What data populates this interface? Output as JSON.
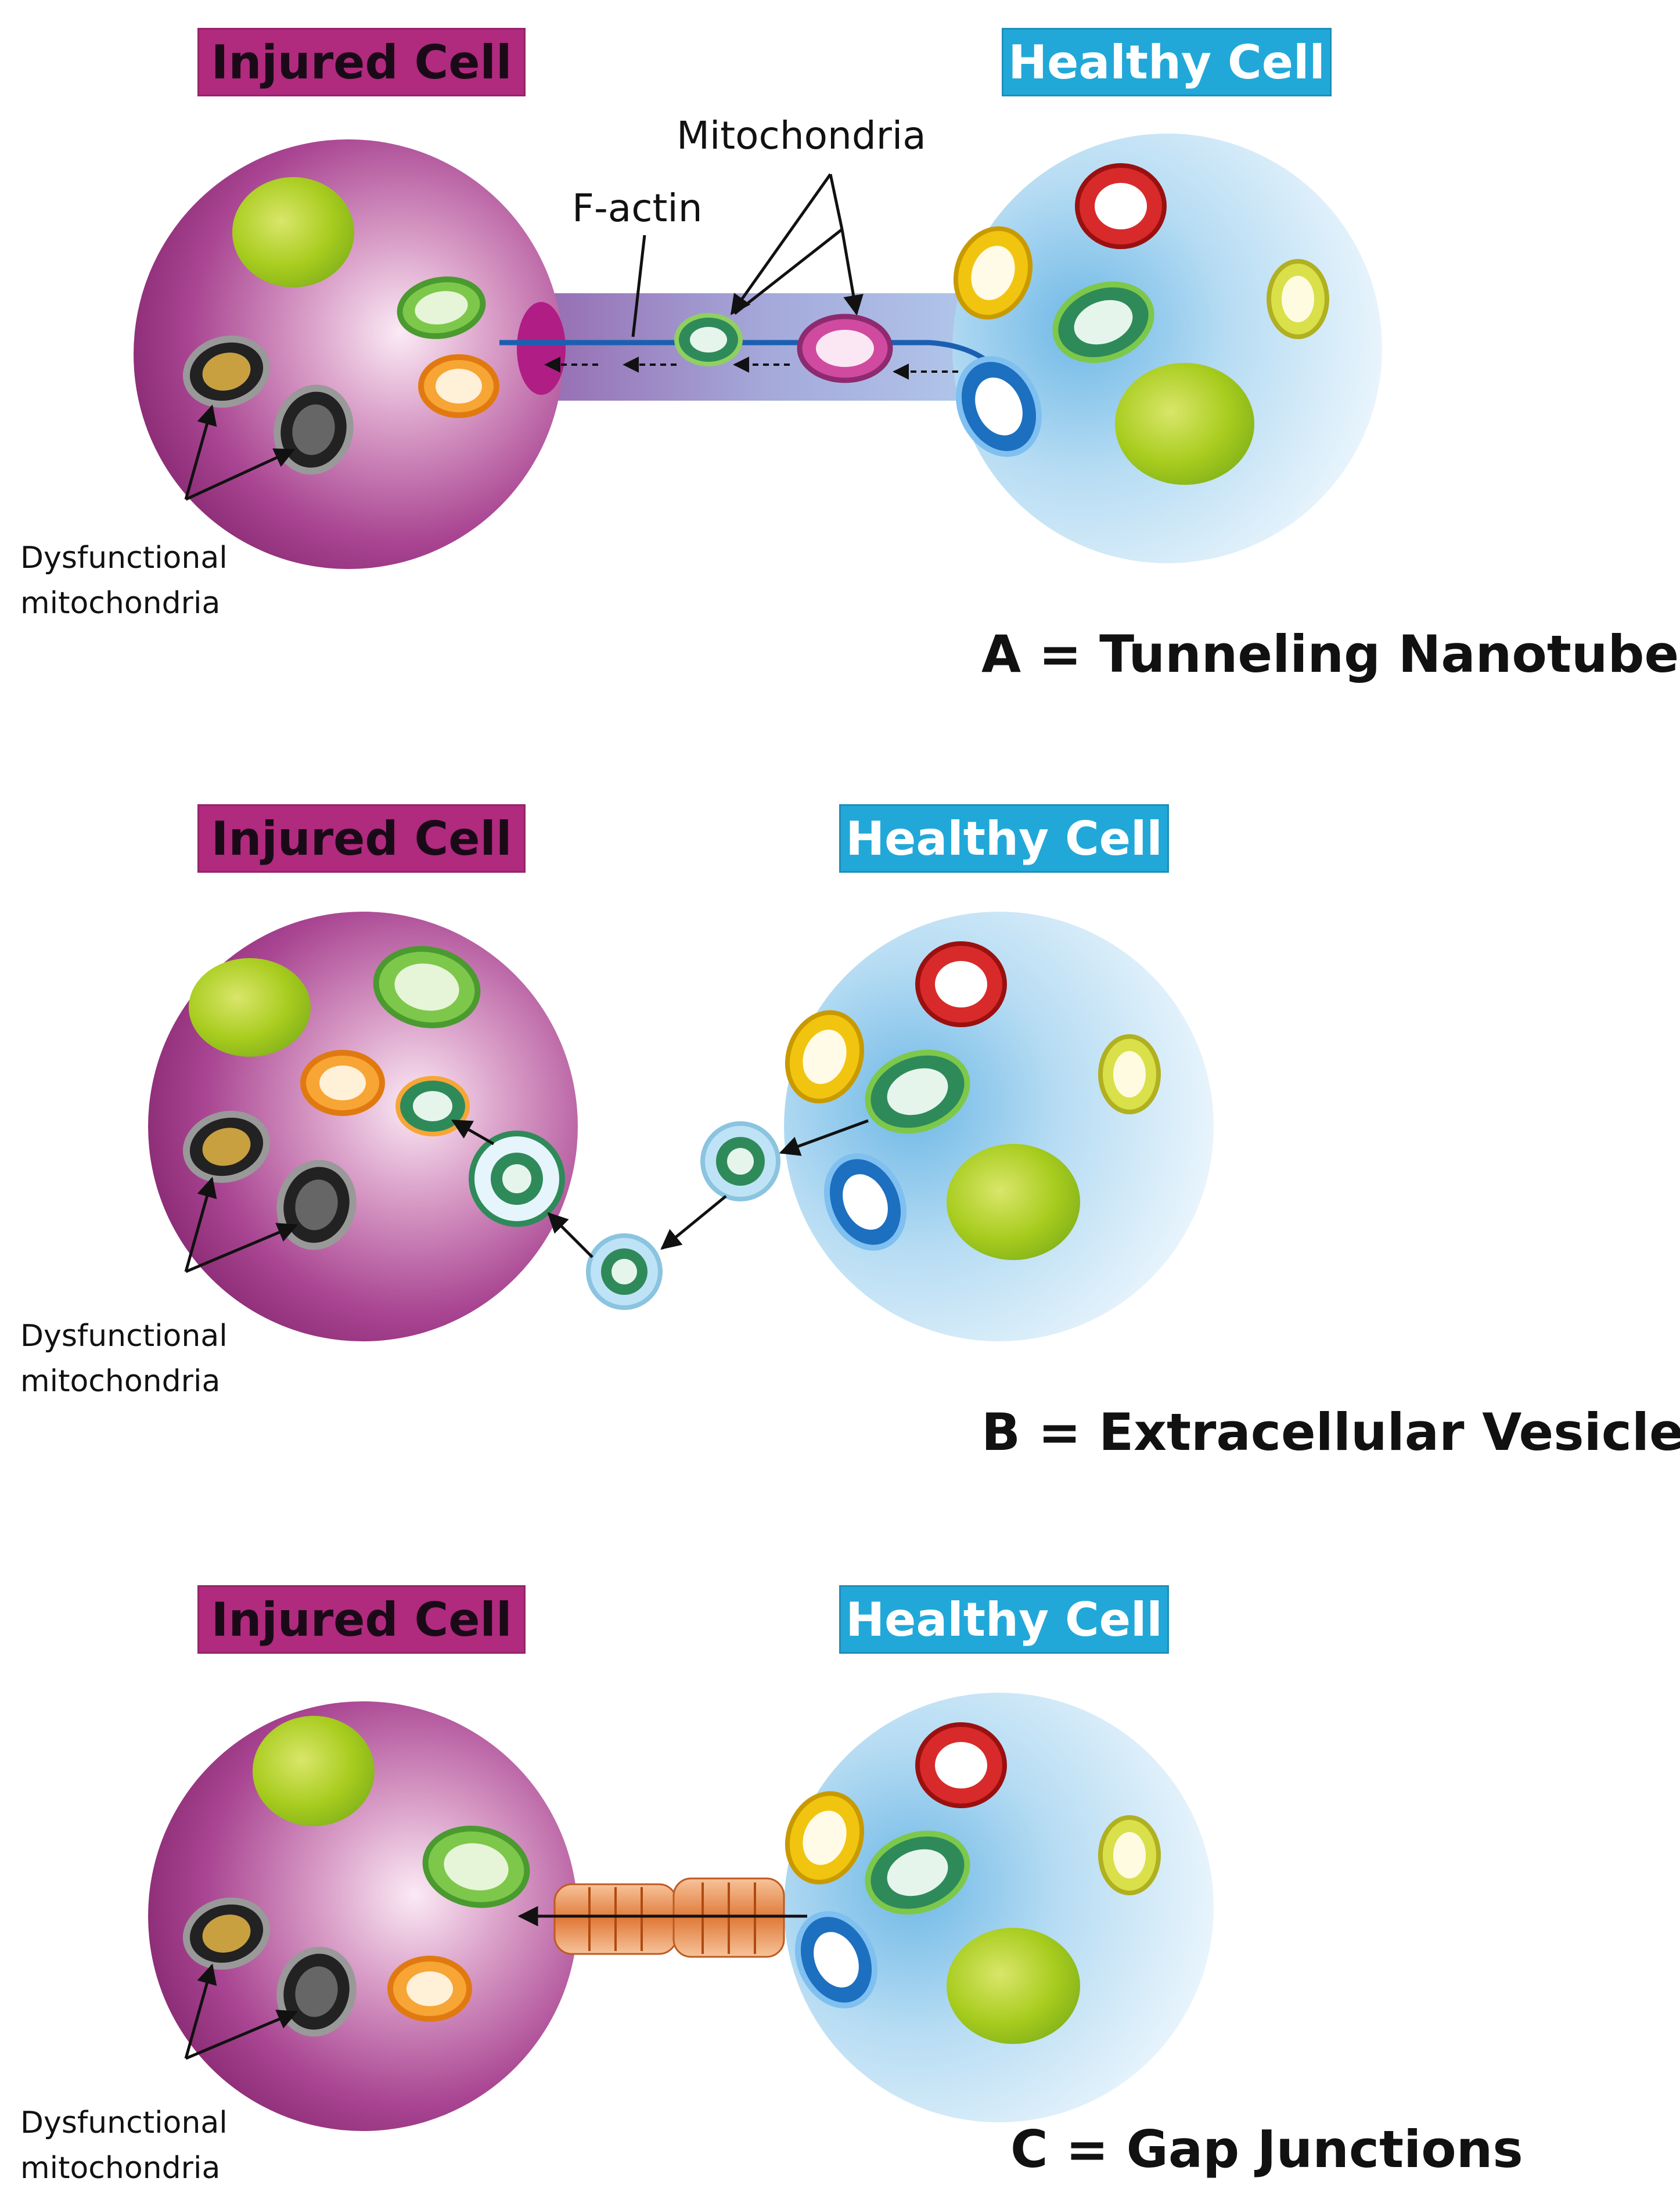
{
  "panels": [
    {
      "id": "A",
      "injured_label": "Injured Cell",
      "healthy_label": "Healthy Cell",
      "dysfunctional_line1": "Dysfunctional",
      "dysfunctional_line2": "mitochondria",
      "caption": "A = Tunneling Nanotubes",
      "mitochondria_label": "Mitochondria",
      "factin_label": "F-actin"
    },
    {
      "id": "B",
      "injured_label": "Injured Cell",
      "healthy_label": "Healthy Cell",
      "dysfunctional_line1": "Dysfunctional",
      "dysfunctional_line2": "mitochondria",
      "caption": "B = Extracellular Vesicles"
    },
    {
      "id": "C",
      "injured_label": "Injured Cell",
      "healthy_label": "Healthy Cell",
      "dysfunctional_line1": "Dysfunctional",
      "dysfunctional_line2": "mitochondria",
      "caption": "C = Gap Junctions"
    }
  ],
  "colors": {
    "injured_cell": "#a03a86",
    "healthy_cell": "#bfe3f6",
    "nucleus": "#a6cc1e",
    "injured_label_bg": "#b02a7e",
    "healthy_label_bg": "#21a8d9"
  }
}
